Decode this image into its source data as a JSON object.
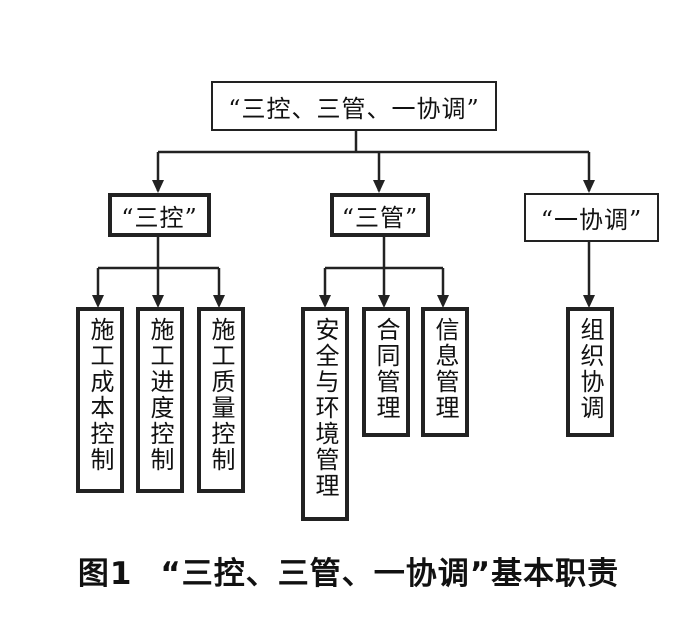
{
  "diagram": {
    "root": "“三控、三管、一协调”",
    "branches": [
      {
        "label": "“三控”",
        "children": [
          "施工成本控制",
          "施工进度控制",
          "施工质量控制"
        ]
      },
      {
        "label": "“三管”",
        "children": [
          "安全与环境管理",
          "合同管理",
          "信息管理"
        ]
      },
      {
        "label": "“一协调”",
        "children": [
          "组织协调"
        ]
      }
    ]
  },
  "caption": {
    "figure_number": "图1",
    "title": "“三控、三管、一协调”基本职责"
  }
}
